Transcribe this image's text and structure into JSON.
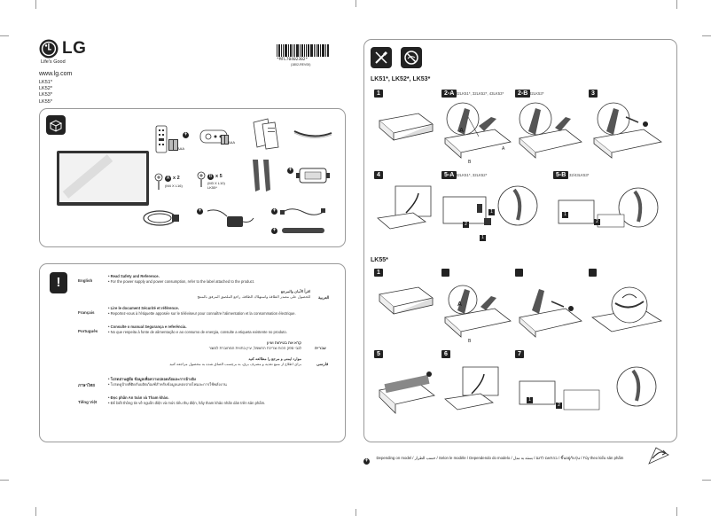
{
  "brand": {
    "logo_text": "LG",
    "tagline": "Life's Good",
    "website": "www.lg.com",
    "models": [
      "LK51*",
      "LK52*",
      "LK53*",
      "LK55*"
    ]
  },
  "barcode": {
    "code": "*MFL70402302*",
    "sub": "(1802-REV00)"
  },
  "components": {
    "remote_battery": "AAA",
    "screw_a": {
      "count": "x 2",
      "spec": "(M4 X L16)"
    },
    "screw_b": {
      "count": "x 5",
      "spec": "(M3 X L10)",
      "note": "LK55*"
    }
  },
  "safety": {
    "rows": [
      {
        "lang": "English",
        "lines": [
          "• Read Safety and Reference.",
          "• For the power supply and power consumption, refer to the label attached to the product."
        ]
      },
      {
        "lang": "العربية",
        "lines": [
          "اقرأ الأمان والمرجع",
          "للحصول على مصدر الطاقة واستهلاك الطاقة، راجع الملصق المرفق بالمنتج"
        ]
      },
      {
        "lang": "Français",
        "lines": [
          "• Lire le document Sécurité et référence.",
          "• Reportez-vous à l'étiquette apposée sur le téléviseur pour connaître l'alimentation et la consommation électrique."
        ]
      },
      {
        "lang": "Português",
        "lines": [
          "• Consulte o manual Segurança e referência.",
          "• No que respeita à fonte de alimentação e ao consumo de energia, consulte a etiqueta existente no produto."
        ]
      },
      {
        "lang": "עברית",
        "lines": [
          "קרא את בטיחות ועיון",
          "לגבי ספק הכוח וצריכת החשמל, עיין בתווית המחוברת למוצר"
        ]
      },
      {
        "lang": "فارسی",
        "lines": [
          "موارد ایمنی و مرجع را مطالعه کنید",
          "برای اطلاع از منبع تغذیه و مصرف برق، به برچسب الصاق شده به محصول مراجعه کنید"
        ]
      },
      {
        "lang": "ภาษาไทย",
        "lines": [
          "• โปรดอ่านคู่มือ ข้อมูลเพื่อความปลอดภัยและการอ้างอิง",
          "• โปรดดูป้ายที่ติดกับผลิตภัณฑ์สำหรับข้อมูลแหล่งจ่ายไฟและการใช้พลังงาน"
        ]
      },
      {
        "lang": "Tiếng Việt",
        "lines": [
          "• Đọc phần An toàn và Tham khảo.",
          "• Để biết thông tin về nguồn điện và mức tiêu thụ điện, hãy tham khảo nhãn dán trên sản phẩm."
        ]
      }
    ]
  },
  "assembly": {
    "group1_title": "LK51*, LK52*, LK53*",
    "group2_title": "LK55*",
    "group1_steps": [
      {
        "label": "1",
        "sub": ""
      },
      {
        "label": "2-A",
        "sub": "32LK51*, 32LK52*, 43LK53*"
      },
      {
        "label": "2-B",
        "sub": "32LK53*"
      },
      {
        "label": "3",
        "sub": ""
      },
      {
        "label": "4",
        "sub": ""
      },
      {
        "label": "5-A",
        "sub": "32LK51*, 32LK52*"
      },
      {
        "label": "5-B",
        "sub": "32/43LK53*"
      }
    ],
    "group2_steps": [
      "1",
      "",
      "",
      "",
      "5",
      "6",
      "7"
    ],
    "diagram_letters": {
      "a": "A",
      "b": "B",
      "one": "1",
      "two": "2"
    }
  },
  "footer": {
    "depending": "Depending on model / حسب الطراز / Selon le modèle / Dependendo do modelo / בהתאם לדגם / بسته به مدل / ขึ้นอยู่กับรุ่น / Tùy theo kiểu sản phẩm"
  }
}
